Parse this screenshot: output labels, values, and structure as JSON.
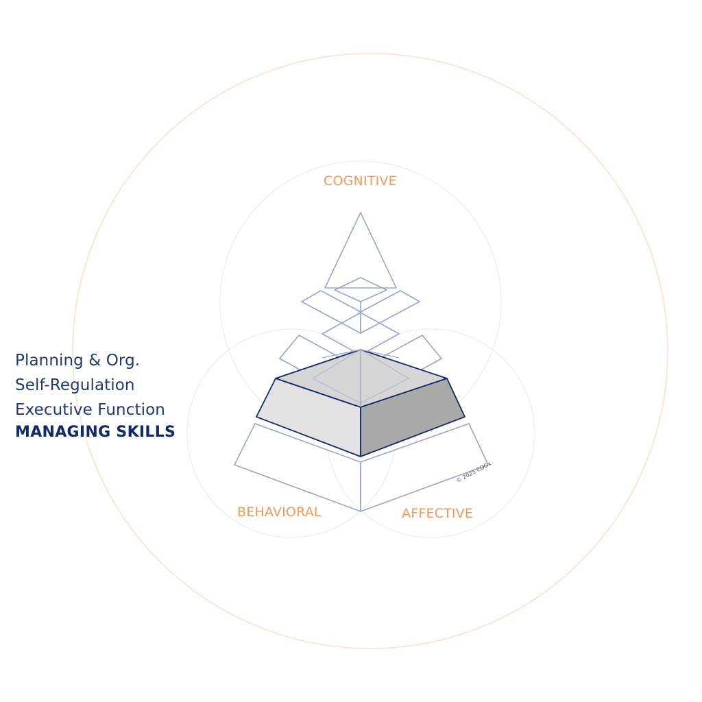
{
  "skills": {
    "items": [
      "Planning & Org.",
      "Self-Regulation",
      "Executive Function"
    ],
    "title": "MANAGING SKILLS"
  },
  "domains": {
    "top": "COGNITIVE",
    "left": "BEHAVIORAL",
    "right": "AFFECTIVE"
  },
  "copyright": "© 2025 COGx",
  "colors": {
    "navy": "#1f3a6e",
    "accent_orange": "#f29a55",
    "outline": "#9aa6c8",
    "highlight_top": "#d8d8d8",
    "highlight_left": "#e2e2e2",
    "highlight_right": "#a9a9a9"
  },
  "highlighted_level": 4
}
